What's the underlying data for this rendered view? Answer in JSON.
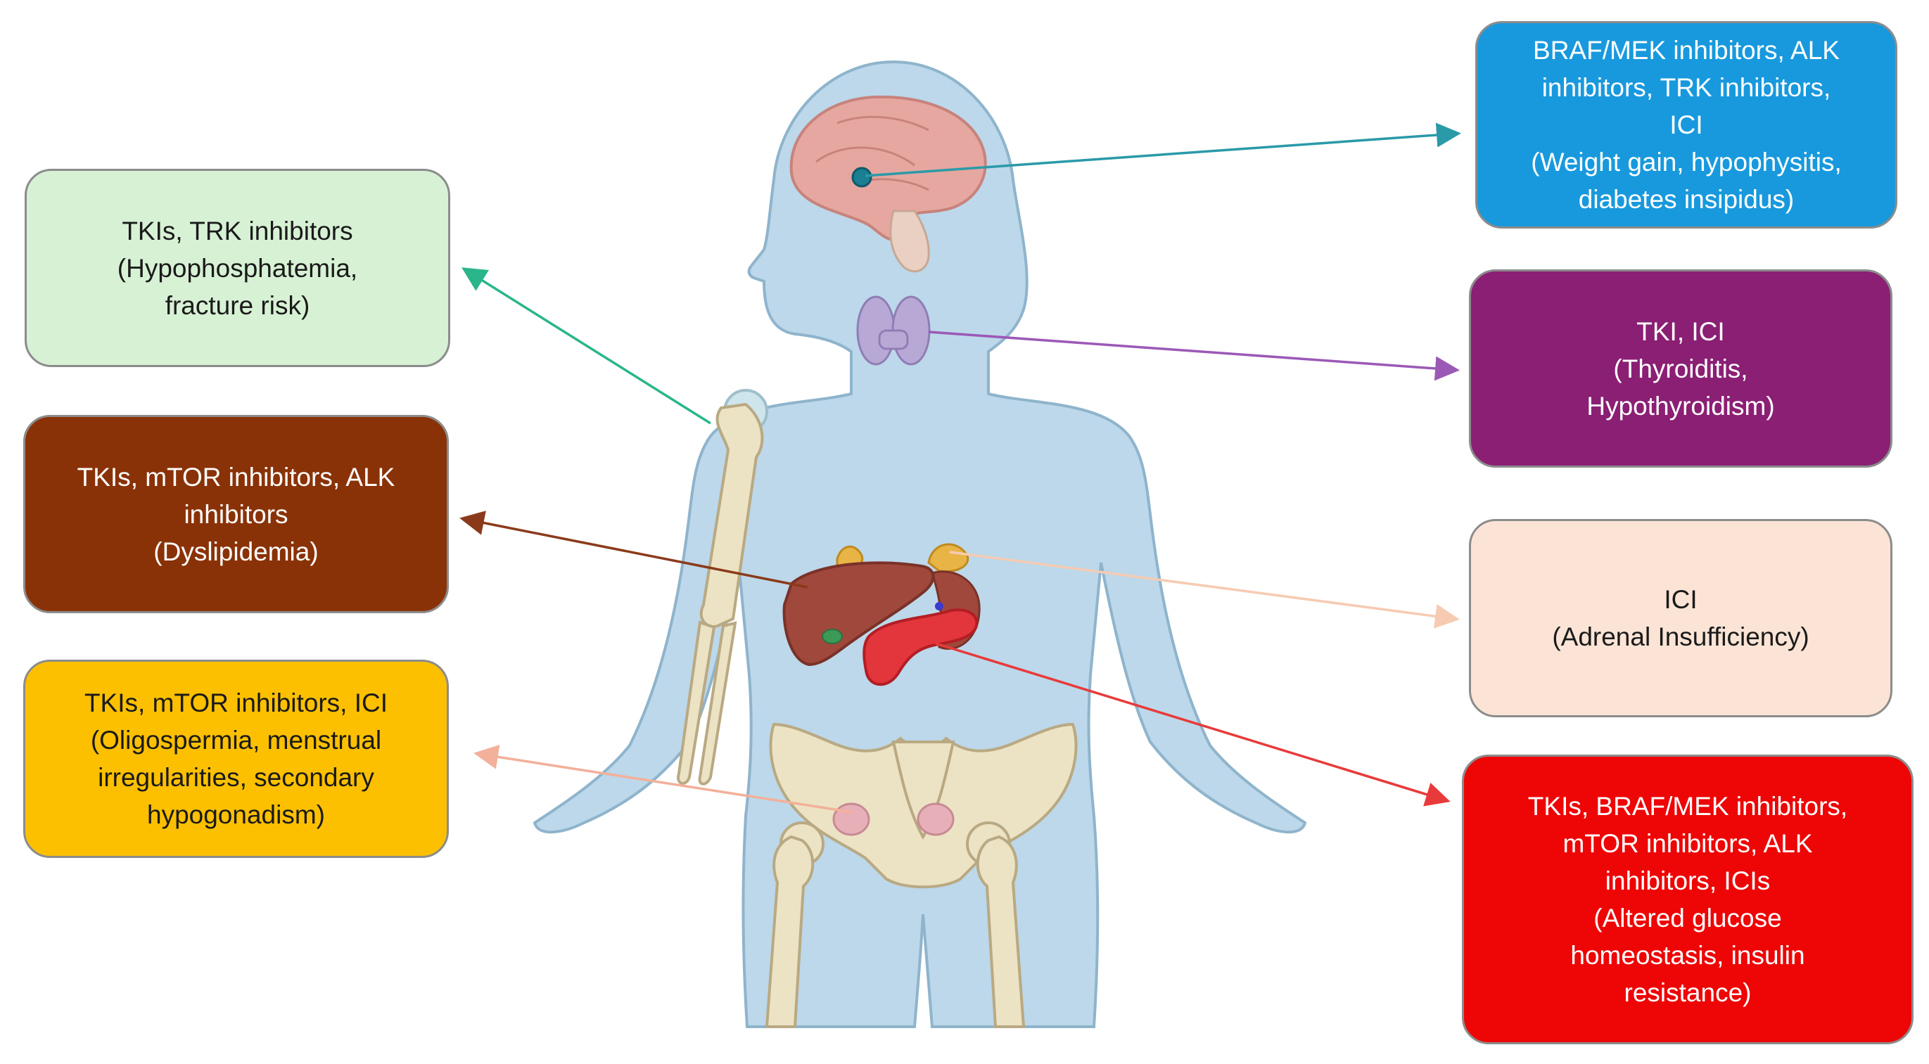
{
  "colors": {
    "body_fill": "#bcd8ea",
    "body_stroke": "#8fb4cc",
    "bone": "#ece3c4",
    "bone_stroke": "#b9a983",
    "brain": "#e6a7a0",
    "thyroid": "#b8a8d6",
    "liver": "#a0483c",
    "adrenal": "#e8b446",
    "pancreas": "#e2353c",
    "ovary": "#e7b0b8"
  },
  "boxes": {
    "bone": {
      "lines": [
        "TKIs, TRK inhibitors",
        "(Hypophosphatemia,",
        "fracture risk)"
      ],
      "fill": "#d7f1d4",
      "text_color": "#1a1a1a"
    },
    "lipid": {
      "lines": [
        "TKIs, mTOR inhibitors, ALK",
        "inhibitors",
        "(Dyslipidemia)"
      ],
      "fill": "#8a3207",
      "text_color": "#ffffff"
    },
    "gonad": {
      "lines": [
        "TKIs, mTOR inhibitors, ICI",
        "(Oligospermia, menstrual",
        "irregularities, secondary",
        "hypogonadism)"
      ],
      "fill": "#fcc000",
      "text_color": "#1a1a1a"
    },
    "pituitary": {
      "lines": [
        "BRAF/MEK inhibitors, ALK",
        "inhibitors, TRK inhibitors,",
        "ICI",
        "(Weight gain, hypophysitis,",
        "diabetes insipidus)"
      ],
      "fill": "#1899dd",
      "text_color": "#ffffff"
    },
    "thyroid": {
      "lines": [
        "TKI, ICI",
        "(Thyroiditis,",
        "Hypothyroidism)"
      ],
      "fill": "#8a1f74",
      "text_color": "#ffffff"
    },
    "adrenal": {
      "lines": [
        "ICI",
        "(Adrenal Insufficiency)"
      ],
      "fill": "#fbe4d6",
      "text_color": "#1a1a1a"
    },
    "pancreas": {
      "lines": [
        "TKIs, BRAF/MEK inhibitors,",
        "mTOR inhibitors, ALK",
        "inhibitors, ICIs",
        "(Altered glucose",
        "homeostasis, insulin",
        "resistance)"
      ],
      "fill": "#ee0606",
      "text_color": "#ffffff"
    }
  },
  "arrows": {
    "pituitary": "#2a9aa8",
    "thyroid": "#9b59b6",
    "bone": "#2ab58a",
    "lipid": "#8a3a1a",
    "adrenal": "#f6cbb2",
    "gonad": "#f3b09a",
    "pancreas": "#e83a3a"
  }
}
